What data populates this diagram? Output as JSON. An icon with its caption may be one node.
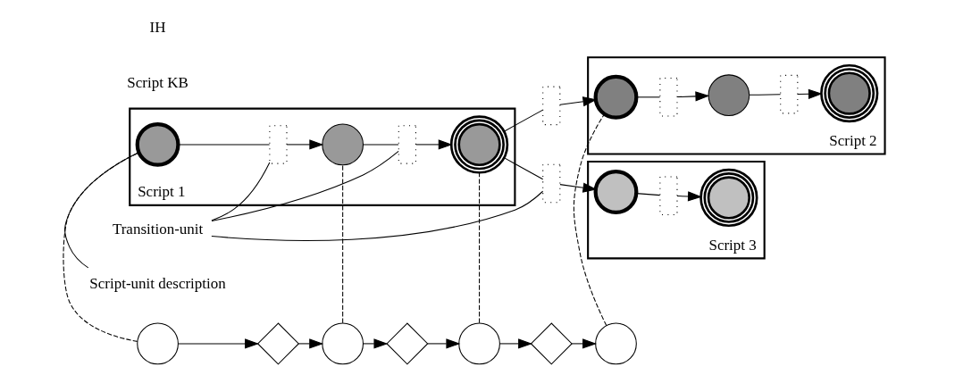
{
  "diagram": {
    "nodes": [
      {
        "text": [],
        "shape": "circle"
      },
      {
        "text": [],
        "shape": "diamond"
      },
      {
        "text": [],
        "shape": "circle"
      },
      {
        "text": [],
        "shape": "diamond"
      },
      {
        "text": [],
        "shape": "circle"
      },
      {
        "text": [],
        "shape": "diamond"
      },
      {
        "text": [],
        "shape": "circle"
      },
      {
        "text": [
          "Script-unit description"
        ]
      },
      {
        "text": [
          "Script 1"
        ]
      },
      {
        "text": [],
        "shape": "circle",
        "in": 8
      },
      {
        "text": [],
        "shape": "box",
        "in": 8
      },
      {
        "text": [],
        "shape": "circle",
        "in": 8
      },
      {
        "text": [],
        "shape": "box",
        "in": 8
      },
      {
        "text": [],
        "shape": "circle",
        "in": 8
      },
      {
        "text": [],
        "shape": "box"
      },
      {
        "text": [],
        "shape": "box"
      },
      {
        "text": [
          "Script 2"
        ]
      },
      {
        "text": [],
        "shape": "circle",
        "in": 16
      },
      {
        "text": [],
        "shape": "box",
        "in": 16
      },
      {
        "text": [],
        "shape": "circle",
        "in": 16
      },
      {
        "text": [],
        "shape": "box",
        "in": 16
      },
      {
        "text": [],
        "shape": "circle",
        "in": 16
      },
      {
        "text": [
          "Script 3"
        ]
      },
      {
        "text": [],
        "shape": "circle",
        "in": 22
      },
      {
        "text": [],
        "shape": "box",
        "in": 22
      },
      {
        "text": [],
        "shape": "circle",
        "in": 22
      },
      {
        "text": [
          "Transition-unit"
        ]
      }
    ],
    "edges": [
      {
        "from": 0,
        "to": 1,
        "arrow": "to"
      },
      {
        "from": 1,
        "to": 2,
        "arrow": "to"
      },
      {
        "from": 2,
        "to": 3,
        "arrow": "to"
      },
      {
        "from": 3,
        "to": 4,
        "arrow": "to"
      },
      {
        "from": 4,
        "to": 5,
        "arrow": "to"
      },
      {
        "from": 5,
        "to": 6,
        "arrow": "to"
      },
      {
        "from": 0,
        "to": 9,
        "arrow": "none",
        "style": "dashed"
      },
      {
        "from": 2,
        "to": 11,
        "arrow": "none",
        "style": "dashed"
      },
      {
        "from": 4,
        "to": 13,
        "arrow": "none",
        "style": "dashed"
      },
      {
        "from": 6,
        "to": 17,
        "arrow": "none",
        "style": "dashed"
      },
      {
        "from": 7,
        "to": 9,
        "arrow": "none"
      },
      {
        "from": 9,
        "to": 10,
        "arrow": "none"
      },
      {
        "from": 10,
        "to": 11,
        "arrow": "to"
      },
      {
        "from": 11,
        "to": 12,
        "arrow": "none"
      },
      {
        "from": 12,
        "to": 13,
        "arrow": "to"
      },
      {
        "from": 13,
        "to": 14,
        "arrow": "none"
      },
      {
        "from": 14,
        "to": 17,
        "arrow": "to"
      },
      {
        "from": 13,
        "to": 15,
        "arrow": "none"
      },
      {
        "from": 15,
        "to": 23,
        "arrow": "to"
      },
      {
        "from": 17,
        "to": 18,
        "arrow": "none"
      },
      {
        "from": 18,
        "to": 19,
        "arrow": "to"
      },
      {
        "from": 19,
        "to": 20,
        "arrow": "none"
      },
      {
        "from": 20,
        "to": 21,
        "arrow": "to"
      },
      {
        "from": 23,
        "to": 24,
        "arrow": "none"
      },
      {
        "from": 24,
        "to": 25,
        "arrow": "to"
      },
      {
        "from": 26,
        "to": 10,
        "arrow": "none"
      },
      {
        "from": 26,
        "to": 12,
        "arrow": "none"
      },
      {
        "from": 26,
        "to": 15,
        "arrow": "none"
      }
    ],
    "labels": [
      "IH",
      "Script KB"
    ]
  }
}
